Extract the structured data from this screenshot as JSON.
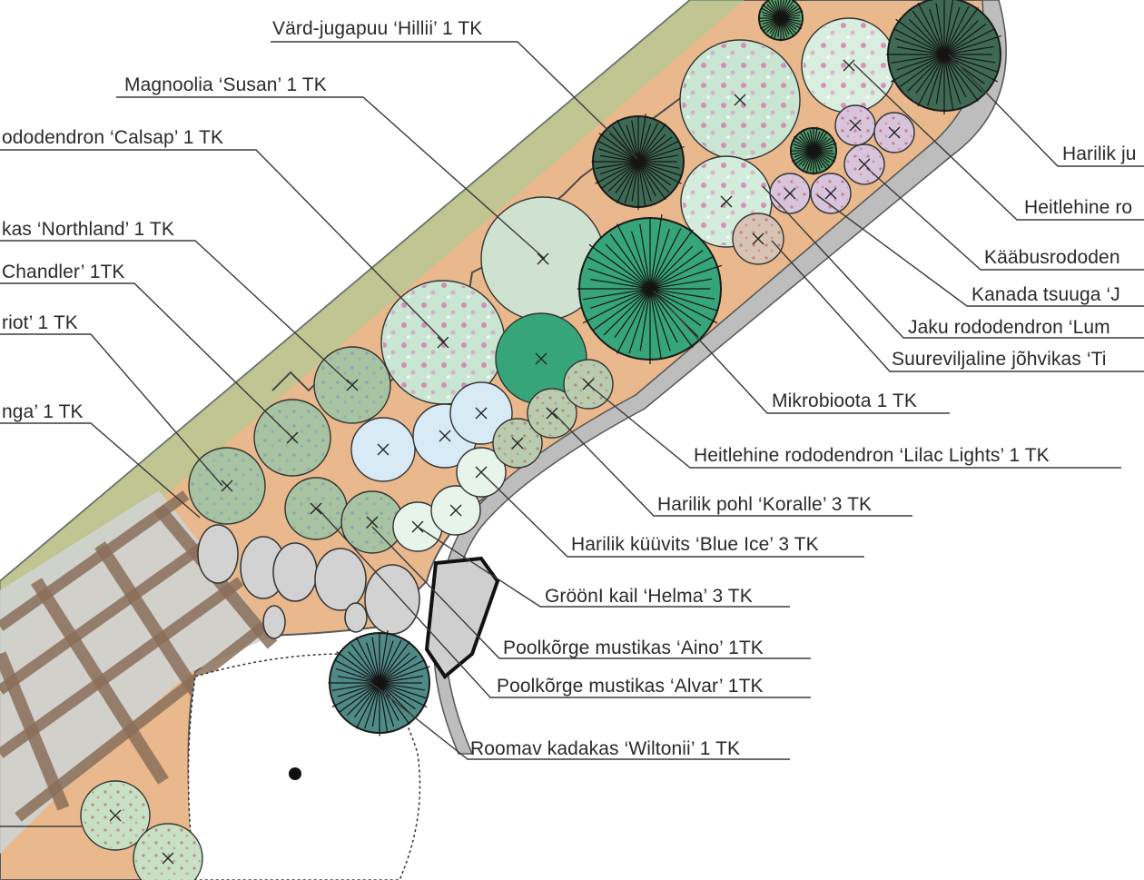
{
  "labels_left": [
    {
      "id": "vard-jugapuu",
      "text": "Värd-jugapuu ‘Hillii’ 1 TK"
    },
    {
      "id": "magnoolia",
      "text": "Magnoolia ‘Susan’ 1 TK"
    },
    {
      "id": "calsap",
      "text": "ododendron ‘Calsap’ 1 TK"
    },
    {
      "id": "northland",
      "text": "kas ‘Northland’ 1 TK"
    },
    {
      "id": "chandler",
      "text": "Chandler’ 1TK"
    },
    {
      "id": "patriot",
      "text": "riot’ 1 TK"
    },
    {
      "id": "nga",
      "text": "nga’ 1 TK"
    }
  ],
  "labels_right": [
    {
      "id": "harilik-ju",
      "text": "Harilik ju"
    },
    {
      "id": "heitlehine-ro",
      "text": "Heitlehine ro"
    },
    {
      "id": "kaabus",
      "text": "Kääbusrododen"
    },
    {
      "id": "kanada",
      "text": "Kanada tsuuga ‘J"
    },
    {
      "id": "jaku",
      "text": "Jaku rododendron ‘Lum"
    },
    {
      "id": "suureviljaline",
      "text": "Suureviljaline jõhvikas ‘Ti"
    },
    {
      "id": "mikrobioota",
      "text": "Mikrobioota 1 TK"
    },
    {
      "id": "lilac",
      "text": "Heitlehine rododendron ‘Lilac Lights’ 1 TK"
    },
    {
      "id": "koralle",
      "text": "Harilik pohl ‘Koralle’ 3 TK"
    },
    {
      "id": "blueice",
      "text": "Harilik küüvits ‘Blue Ice’ 3 TK"
    },
    {
      "id": "helma",
      "text": "GröönI kail ‘Helma’ 3 TK"
    },
    {
      "id": "aino",
      "text": "Poolkõrge mustikas ‘Aino’ 1TK"
    },
    {
      "id": "alvar",
      "text": "Poolkõrge mustikas ‘Alvar’ 1TK"
    },
    {
      "id": "wiltonii",
      "text": "Roomav kadakas ‘Wiltonii’ 1 TK"
    }
  ],
  "colors": {
    "bed": "#e9b98d",
    "bed_stroke": "#5a5a5a",
    "path": "#bdbdbd",
    "deck": "#a88a70",
    "conifer_dark": "#3e6a55",
    "conifer_teal": "#37a57a",
    "juniper": "#4f8a86",
    "rhodo_pink": "#c9e6d3",
    "pink_dot": "#d6469b",
    "sage": "#a7c3a1",
    "sage_dot": "#7f9bb5",
    "blue_ice": "#d7eaf5",
    "stone": "#d2d2d2",
    "ink": "#1f1f1f"
  }
}
